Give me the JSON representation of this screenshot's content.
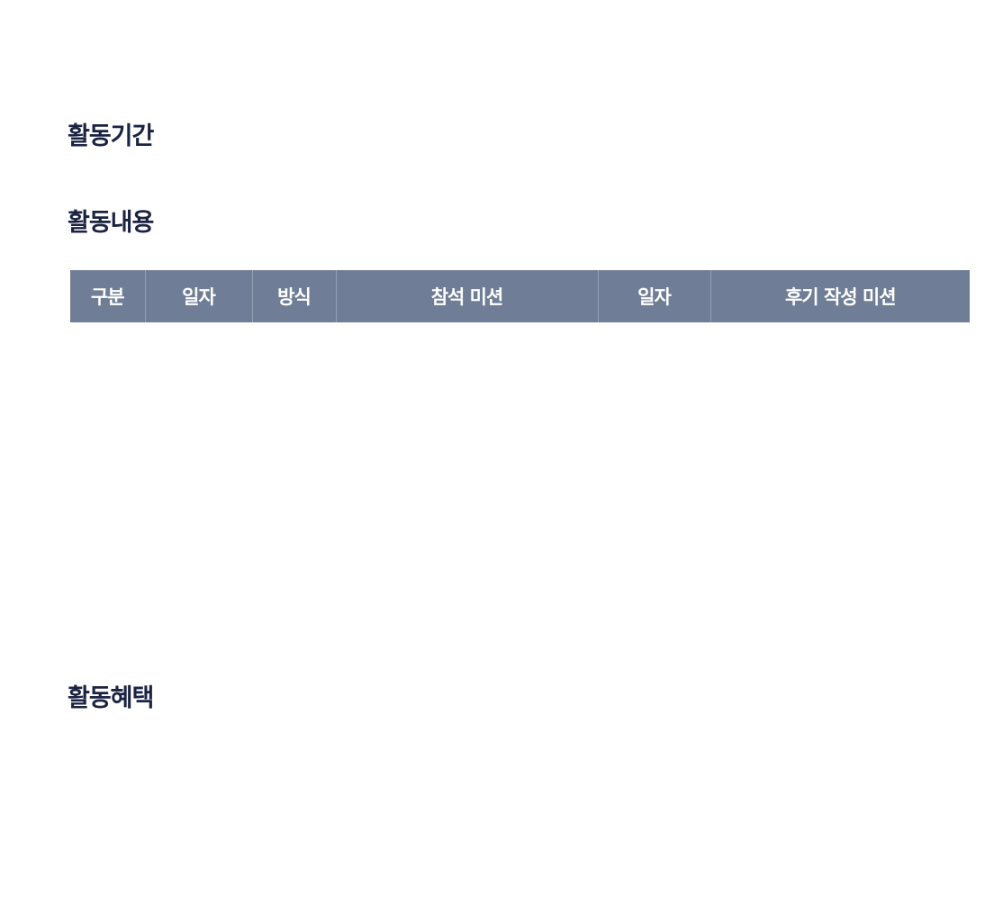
{
  "sections": {
    "period": {
      "title": "활동기간"
    },
    "content": {
      "title": "활동내용",
      "table": {
        "columns": [
          "구분",
          "일자",
          "방식",
          "참석 미션",
          "일자",
          "후기 작성 미션"
        ]
      }
    },
    "benefits": {
      "title": "활동혜택"
    }
  },
  "colors": {
    "heading": "#1b2342",
    "table_header_bg": "#6f7d96"
  }
}
